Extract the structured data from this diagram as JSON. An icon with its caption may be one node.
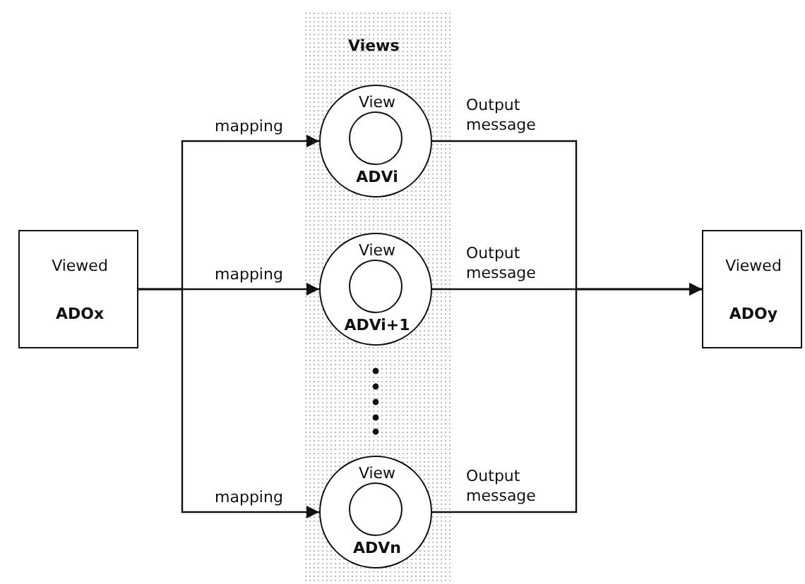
{
  "diagram": {
    "nodes": [
      {
        "text": [
          "Viewed",
          "ADOx"
        ]
      },
      {
        "text": [
          "Views"
        ]
      },
      {
        "text": [
          "View",
          "ADVi"
        ],
        "in": 1
      },
      {
        "text": [],
        "shape": "circle",
        "in": 2
      },
      {
        "text": [
          "View",
          "ADVi+1"
        ],
        "in": 1
      },
      {
        "text": [],
        "shape": "circle",
        "in": 4
      },
      {
        "text": [
          "View",
          "ADVn"
        ],
        "in": 1
      },
      {
        "text": [],
        "shape": "circle",
        "in": 6
      },
      {
        "text": [
          "Viewed",
          "ADOy"
        ]
      }
    ],
    "edges": [
      {
        "from": 0,
        "to": 2,
        "arrow": "to",
        "label": "mapping"
      },
      {
        "from": 0,
        "to": 4,
        "arrow": "to",
        "label": "mapping"
      },
      {
        "from": 0,
        "to": 6,
        "arrow": "to",
        "label": "mapping"
      },
      {
        "from": 2,
        "to": 8,
        "arrow": "to",
        "label": "Output message"
      },
      {
        "from": 4,
        "to": 8,
        "arrow": "to",
        "label": "Output message"
      },
      {
        "from": 6,
        "to": 8,
        "arrow": "to",
        "label": "Output message"
      }
    ]
  }
}
